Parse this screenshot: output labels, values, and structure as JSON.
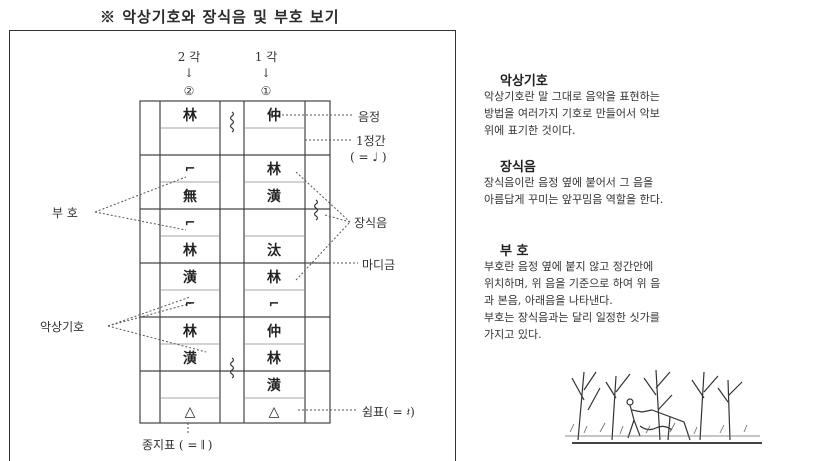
{
  "title": "※ 악상기호와 장식음 및 부호 보기",
  "diagram": {
    "columns": [
      {
        "label": "2 각",
        "arrow": "↓",
        "number": "②"
      },
      {
        "label": "1 각",
        "arrow": "↓",
        "number": "①"
      }
    ],
    "col2_cells": [
      "林",
      "",
      "⌐",
      "無",
      "⌐",
      "林",
      "潢",
      "⌐",
      "林",
      "潢",
      "",
      "△"
    ],
    "col1_cells": [
      "仲",
      "",
      "林",
      "潢",
      "",
      "汰",
      "林",
      "⌐",
      "仲",
      "林",
      "潢",
      "△"
    ],
    "labels": {
      "eumjeong": "음정",
      "jeonggan": "1정간",
      "jeonggan_sub": "( = ♩ )",
      "buho": "부 호",
      "jangsigeum": "장식음",
      "madigeum": "마디금",
      "aksang": "악상기호",
      "swimpyo": "쉼표( = 𝄽)",
      "jongjipyo": "종지표 ( = 𝄂 )"
    }
  },
  "sections": [
    {
      "heading": "악상기호",
      "lines": [
        "악상기호란 말 그대로 음악을 표현하는",
        "방법을 여러가지 기호로 만들어서 악보",
        "위에 표기한 것이다."
      ]
    },
    {
      "heading": "장식음",
      "lines": [
        "장식음이란 음정 옆에 붙어서 그 음을",
        "아름답게 꾸미는 앞꾸밈음 역할을 한다."
      ]
    },
    {
      "heading": "부 호",
      "lines": [
        "부호란 음정 옆에 붙지 않고 정간안에",
        "위치하며, 위 음을 기준으로 하여 위 음",
        "과 본음, 아래음을 나타낸다.",
        "부호는 장식음과는 달리 일정한 싯가를",
        "가지고 있다."
      ]
    }
  ],
  "illustration": {
    "name": "trees-and-person"
  }
}
